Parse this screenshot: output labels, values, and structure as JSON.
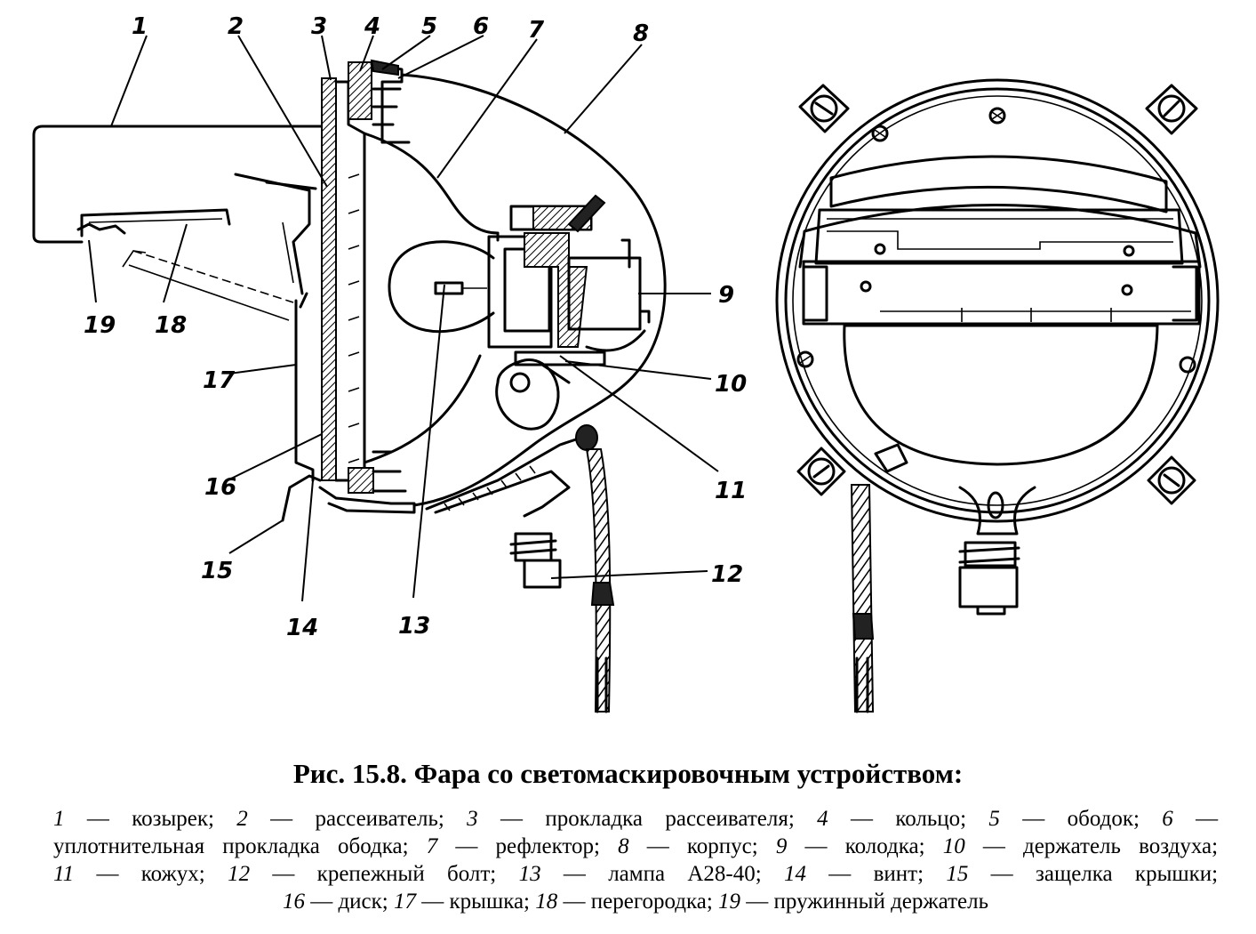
{
  "figure": {
    "callouts": [
      "1",
      "2",
      "3",
      "4",
      "5",
      "6",
      "7",
      "8",
      "9",
      "10",
      "11",
      "12",
      "13",
      "14",
      "15",
      "16",
      "17",
      "18",
      "19"
    ]
  },
  "caption": {
    "number": "Рис. 15.8.",
    "title": "Фара со светомаскировочным устройством:"
  },
  "legend": {
    "items": [
      {
        "num": "1",
        "text": "козырек;"
      },
      {
        "num": "2",
        "text": "рассеиватель;"
      },
      {
        "num": "3",
        "text": "прокладка рассеивателя;"
      },
      {
        "num": "4",
        "text": "кольцо;"
      },
      {
        "num": "5",
        "text": "ободок;"
      },
      {
        "num": "6",
        "text": "уплотнительная прокладка ободка;"
      },
      {
        "num": "7",
        "text": "рефлектор;"
      },
      {
        "num": "8",
        "text": "корпус;"
      },
      {
        "num": "9",
        "text": "колодка;"
      },
      {
        "num": "10",
        "text": "держатель воздуха;"
      },
      {
        "num": "11",
        "text": "кожух;"
      },
      {
        "num": "12",
        "text": "крепежный болт;"
      },
      {
        "num": "13",
        "text": "лампа А28-40;"
      },
      {
        "num": "14",
        "text": "винт;"
      },
      {
        "num": "15",
        "text": "защелка крышки;"
      },
      {
        "num": "16",
        "text": "диск;"
      },
      {
        "num": "17",
        "text": "крышка;"
      },
      {
        "num": "18",
        "text": "перегородка;"
      },
      {
        "num": "19",
        "text": "пружинный держатель"
      }
    ]
  }
}
